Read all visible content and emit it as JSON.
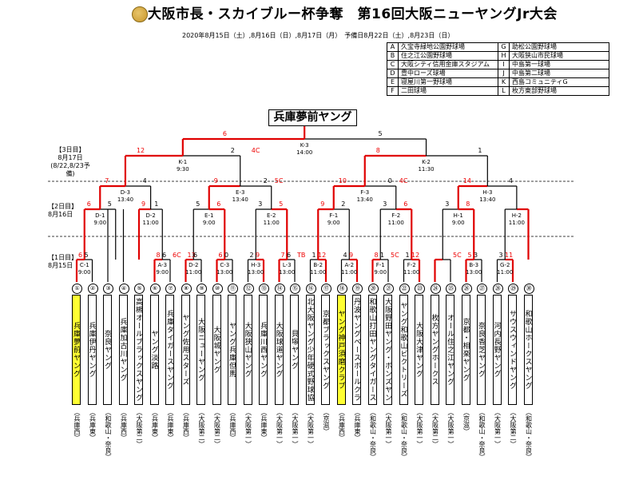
{
  "header": {
    "title": "大阪市長・スカイブルー杯争奪　第16回大阪ニューヤングJr大会",
    "dates": "2020年8月15日（土）,8月16日（日）,8月17日（月）　予備日8月22日（土）,8月23日（日）"
  },
  "venues": [
    [
      "A",
      "久宝寺緑地公園野球場",
      "G",
      "助松公園野球場"
    ],
    [
      "B",
      "住之江公園野球場",
      "H",
      "大阪狭山市民球場"
    ],
    [
      "C",
      "大阪シティ信用金庫スタジアム",
      "I",
      "中島第一球場"
    ],
    [
      "D",
      "豊中ローズ球場",
      "J",
      "中島第二球場"
    ],
    [
      "E",
      "寝屋川第一野球場",
      "K",
      "西島コミュニティG"
    ],
    [
      "F",
      "二田球場",
      "L",
      "枚方東部野球場"
    ]
  ],
  "champion": "兵庫夢前ヤング",
  "days": {
    "d3": "【3日目】\n8月17日\n(8/22,8/23予備)",
    "d2": "【2日目】\n8月16日",
    "d1": "【1日目】\n8月15日"
  },
  "colors": {
    "win": "#e00000",
    "line": "#000000",
    "highlight": "#ffff33"
  },
  "final": {
    "label": "K-3\n14:00",
    "left": "6",
    "right": "5"
  },
  "semis": [
    {
      "label": "K-1\n9:30",
      "left": "12",
      "right": "2",
      "note": "4C"
    },
    {
      "label": "K-2\n11:30",
      "left": "8",
      "right": "1",
      "note": ""
    }
  ],
  "qf": [
    {
      "label": "D-3\n13:40",
      "left": "7",
      "right": "4",
      "note": ""
    },
    {
      "label": "E-3\n13:40",
      "left": "9",
      "right": "2",
      "note": "5C"
    },
    {
      "label": "F-3\n13:40",
      "left": "10",
      "right": "0",
      "note": "4C"
    },
    {
      "label": "H-3\n13:40",
      "left": "14",
      "right": "4",
      "note": ""
    }
  ],
  "r2": [
    {
      "label": "D-1\n9:00",
      "left": "6",
      "right": "5",
      "note": ""
    },
    {
      "label": "D-2\n11:00",
      "left": "9",
      "right": "1",
      "note": ""
    },
    {
      "label": "E-1\n9:00",
      "left": "5",
      "right": "6",
      "note": ""
    },
    {
      "label": "E-2\n11:00",
      "left": "3",
      "right": "5",
      "note": ""
    },
    {
      "label": "F-1\n9:00",
      "left": "9",
      "right": "2",
      "note": ""
    },
    {
      "label": "F-2\n11:00",
      "left": "3",
      "right": "6",
      "note": ""
    },
    {
      "label": "H-1\n9:00",
      "left": "3",
      "right": "8",
      "note": ""
    },
    {
      "label": "H-2\n11:00",
      "left": "",
      "right": "",
      "note": ""
    }
  ],
  "r1": [
    {
      "label": "C-1\n9:00",
      "left": "6",
      "right": "5",
      "note": ""
    },
    {
      "label": "A-3\n9:00",
      "left": "8",
      "right": "6",
      "note": "6C"
    },
    {
      "label": "D-2\n11:00",
      "left": "13",
      "right": "6",
      "note": ""
    },
    {
      "label": "C-3\n13:00",
      "left": "6",
      "right": "0",
      "note": ""
    },
    {
      "label": "H-3\n13:00",
      "left": "2",
      "right": "9",
      "note": ""
    },
    {
      "label": "L-3\n13:00",
      "left": "7",
      "right": "6",
      "note": "TB"
    },
    {
      "label": "B-2\n11:00",
      "left": "1",
      "right": "12",
      "note": ""
    },
    {
      "label": "A-2\n11:00",
      "left": "4",
      "right": "9",
      "note": ""
    },
    {
      "label": "F-1\n9:00",
      "left": "8",
      "right": "1",
      "note": "5C"
    },
    {
      "label": "F-2\n11:00",
      "left": "1",
      "right": "12",
      "note": ""
    },
    {
      "label": "",
      "left": "",
      "right": "",
      "note": "5C"
    },
    {
      "label": "B-3\n13:00",
      "left": "5",
      "right": "3",
      "note": ""
    },
    {
      "label": "G-2\n11:00",
      "left": "3",
      "right": "11",
      "note": ""
    },
    {
      "label": "",
      "left": "",
      "right": "",
      "note": ""
    }
  ],
  "teams": [
    {
      "num": "①",
      "name": "兵庫夢前ヤング",
      "pref": "（兵庫西）",
      "hl": true
    },
    {
      "num": "②",
      "name": "兵庫伊丹ヤング",
      "pref": "（兵庫東）",
      "hl": false
    },
    {
      "num": "③",
      "name": "奈良ヤング",
      "pref": "（和歌山・奈良）",
      "hl": false
    },
    {
      "num": "④",
      "name": "兵庫加古川ヤング",
      "pref": "（兵庫西）",
      "hl": false
    },
    {
      "num": "⑤",
      "name": "高槻オールブラックスヤング",
      "pref": "（大阪第二）",
      "hl": false
    },
    {
      "num": "⑥",
      "name": "ヤング淡路",
      "pref": "（兵庫東）",
      "hl": false
    },
    {
      "num": "⑦",
      "name": "兵庫タイガースヤング",
      "pref": "（兵庫東）",
      "hl": false
    },
    {
      "num": "⑧",
      "name": "ヤング佐用スターズ",
      "pref": "（兵庫西）",
      "hl": false
    },
    {
      "num": "⑨",
      "name": "大阪ニューヤング",
      "pref": "（大阪第二）",
      "hl": false
    },
    {
      "num": "⑩",
      "name": "大阪城ヤング",
      "pref": "（大阪第二）",
      "hl": false
    },
    {
      "num": "⑪",
      "name": "ヤング兵庫但馬",
      "pref": "（兵庫西）",
      "hl": false
    },
    {
      "num": "⑫",
      "name": "大阪狭山ヤング",
      "pref": "（大阪第一）",
      "hl": false
    },
    {
      "num": "⑬",
      "name": "兵庫川西ヤング",
      "pref": "（兵庫東）",
      "hl": false
    },
    {
      "num": "⑭",
      "name": "大阪球道ヤング",
      "pref": "（大阪第一）",
      "hl": false
    },
    {
      "num": "⑮",
      "name": "貝塚ヤング",
      "pref": "（大阪第一）",
      "hl": false
    },
    {
      "num": "⑯",
      "name": "北大阪ヤング少年硬式野球協会",
      "pref": "（大阪第一）",
      "hl": false
    },
    {
      "num": "⑰",
      "name": "京都ブラックスヤング",
      "pref": "（京滋）",
      "hl": false
    },
    {
      "num": "⑱",
      "name": "ヤング神戸須磨クラブ",
      "pref": "（兵庫西）",
      "hl": true
    },
    {
      "num": "⑲",
      "name": "丹波ヤングベースボールクラブ",
      "pref": "（兵庫東）",
      "hl": false
    },
    {
      "num": "⑳",
      "name": "和歌山打田ヤングタイガース",
      "pref": "（和歌山・奈良）",
      "hl": false
    },
    {
      "num": "㉑",
      "name": "大阪野田ヤング・ボンズヤング連合",
      "pref": "（大阪第一）",
      "hl": false
    },
    {
      "num": "㉒",
      "name": "ヤング和歌山ビクトリーズ",
      "pref": "（和歌山・奈良）",
      "hl": false
    },
    {
      "num": "㉓",
      "name": "大阪大津ヤング",
      "pref": "（大阪第一）",
      "hl": false
    },
    {
      "num": "㉔",
      "name": "枚方ヤングホークス",
      "pref": "（大阪第二）",
      "hl": false
    },
    {
      "num": "㉕",
      "name": "オール住之江ヤング",
      "pref": "（大阪第一）",
      "hl": false
    },
    {
      "num": "㉖",
      "name": "京都・相楽ヤング",
      "pref": "（京滋）",
      "hl": false
    },
    {
      "num": "㉗",
      "name": "奈良香芝ヤング",
      "pref": "（和歌山・奈良）",
      "hl": false
    },
    {
      "num": "㉘",
      "name": "河内長野ヤング",
      "pref": "（大阪第一）",
      "hl": false
    },
    {
      "num": "㉙",
      "name": "サウスウィンドヤング",
      "pref": "（大阪第二）",
      "hl": false
    },
    {
      "num": "㉚",
      "name": "和歌山ホークスヤング",
      "pref": "（和歌山・奈良）",
      "hl": false
    }
  ]
}
